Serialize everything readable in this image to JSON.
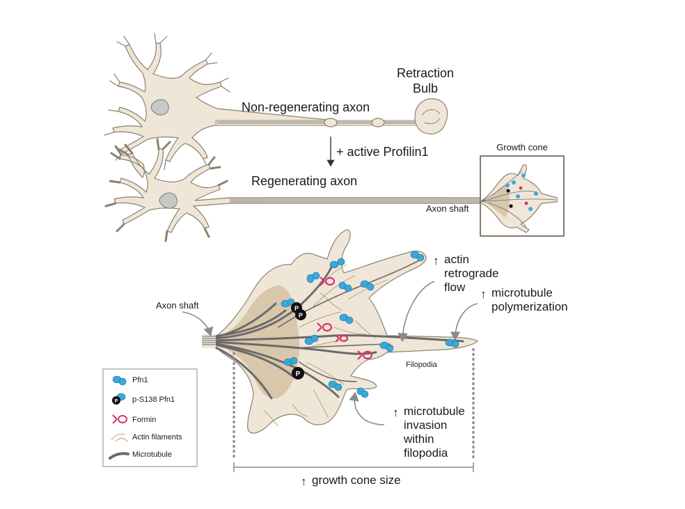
{
  "labels": {
    "retraction_bulb_line1": "Retraction",
    "retraction_bulb_line2": "Bulb",
    "non_regenerating_axon": "Non-regenerating axon",
    "active_profilin": "+ active Profilin1",
    "regenerating_axon": "Regenerating axon",
    "growth_cone": "Growth cone",
    "axon_shaft_top": "Axon shaft",
    "axon_shaft_bottom": "Axon shaft",
    "filopodia": "Filopodia",
    "actin_flow_line1": "actin",
    "actin_flow_line2": "retrograde",
    "actin_flow_line3": "flow",
    "mt_poly_line1": "microtubule",
    "mt_poly_line2": "polymerization",
    "mt_inv_line1": "microtubule",
    "mt_inv_line2": "invasion",
    "mt_inv_line3": "within",
    "mt_inv_line4": "filopodia",
    "growth_cone_size": "growth cone size",
    "up_arrow": "↑"
  },
  "legend": {
    "items": [
      {
        "label": "Pfn1",
        "icon": "pfn1-icon"
      },
      {
        "label": "p-S138 Pfn1",
        "icon": "phospho-pfn1-icon"
      },
      {
        "label": "Formin",
        "icon": "formin-icon"
      },
      {
        "label": "Actin filaments",
        "icon": "actin-filament-icon"
      },
      {
        "label": "Microtubule",
        "icon": "microtubule-icon"
      }
    ],
    "p_letter": "P"
  },
  "colors": {
    "cytoplasm": "#efe6d8",
    "central_domain": "#d9c7ab",
    "pfn1": "#3aa8dc",
    "formin": "#d6336c",
    "phospho": "#111111",
    "microtubule": "#6a6a6a"
  }
}
